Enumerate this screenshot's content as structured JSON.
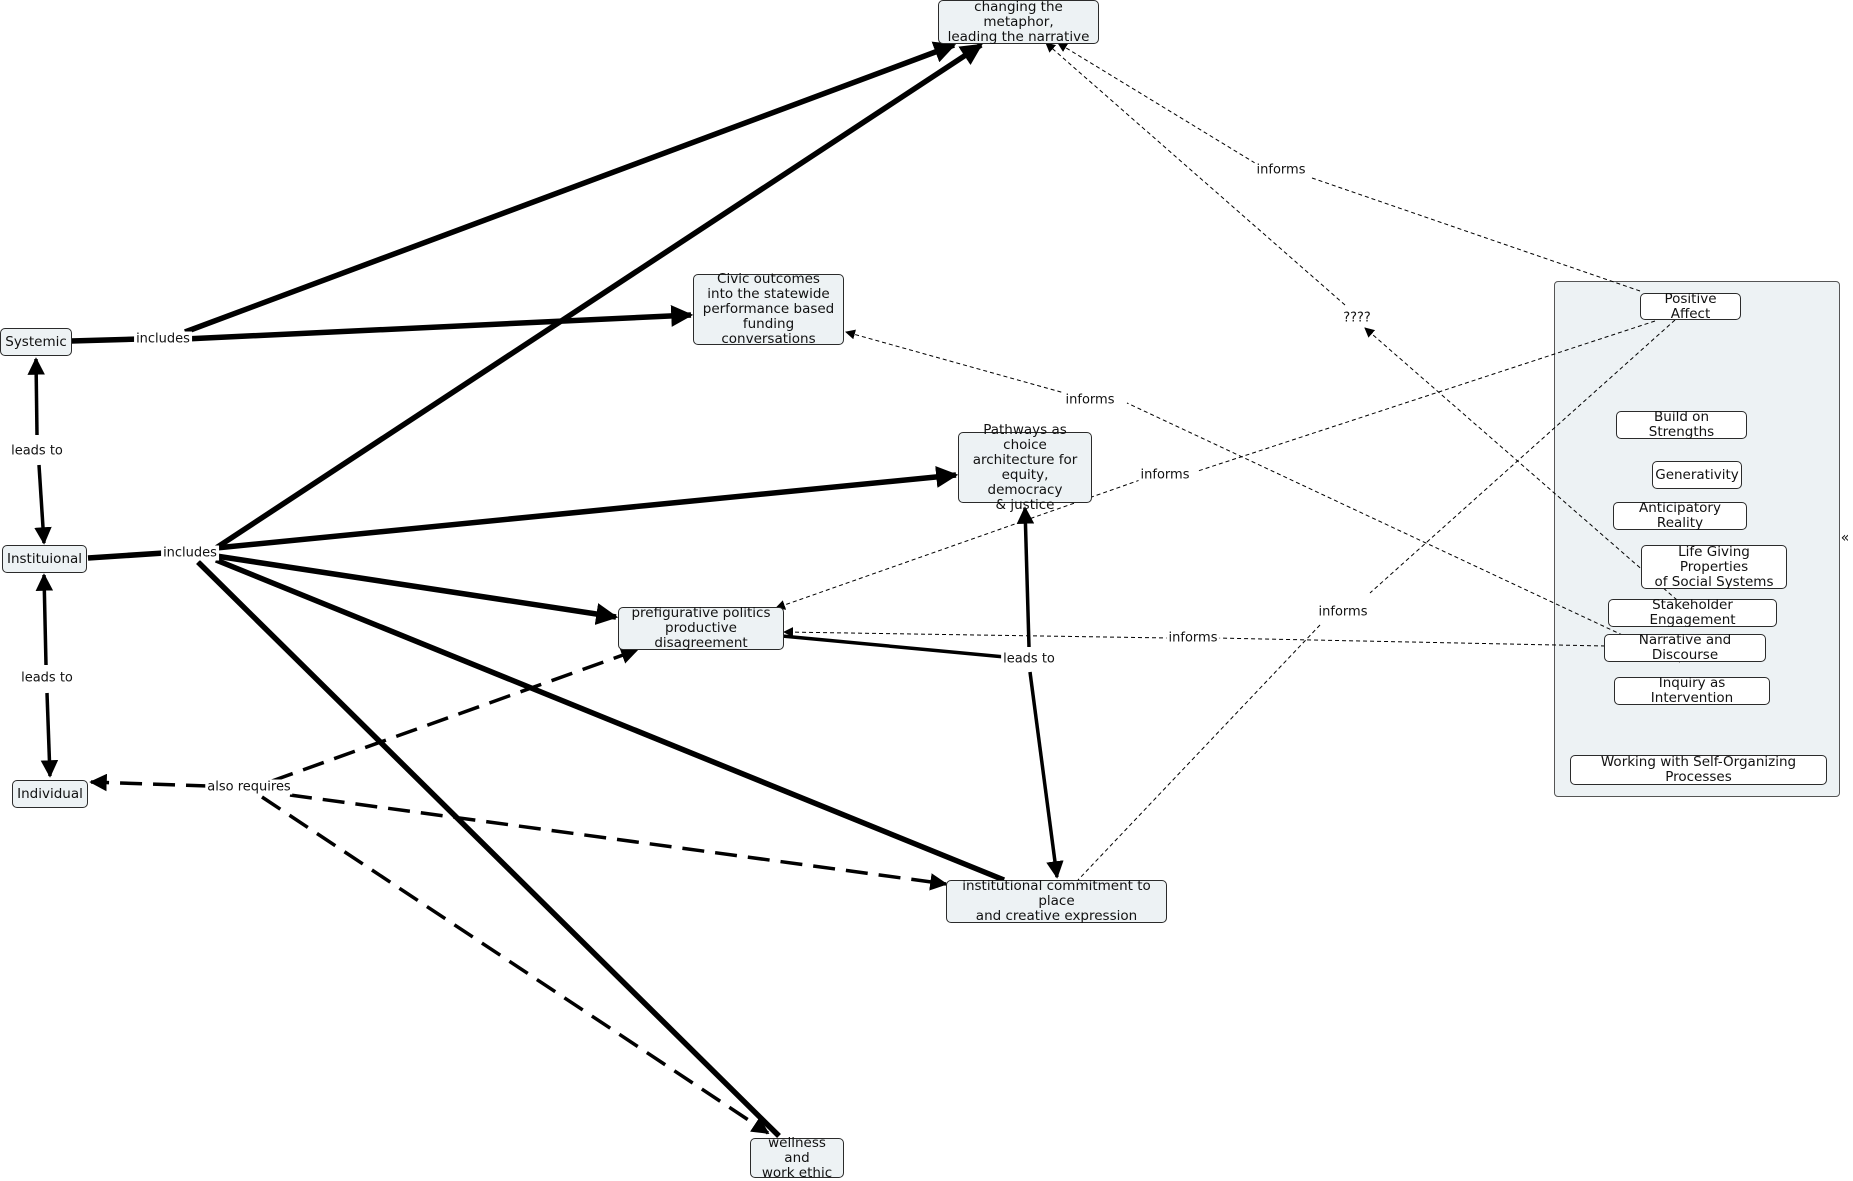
{
  "nodes": {
    "metaphor": "changing the metaphor,\nleading the narrative",
    "civic": "Civic outcomes\ninto the statewide\nperformance based\nfunding conversations",
    "pathways": "Pathways as choice\narchitecture for\nequity, democracy\n& justice",
    "prefig": "prefigurative politics\nproductive disagreement",
    "institutional_commitment": "institutional commitment to place\nand creative expression",
    "wellness": "wellness and\nwork ethic",
    "systemic": "Systemic",
    "institutional": "Instituional",
    "individual": "Individual"
  },
  "group_items": {
    "positive_affect": "Positive Affect",
    "build_strengths": "Build on Strengths",
    "generativity": "Generativity",
    "anticipatory": "Anticipatory Reality",
    "life_giving": "Life Giving Properties\nof Social Systems",
    "stakeholder": "Stakeholder Engagement",
    "narrative": "Narrative and Discourse",
    "inquiry": "Inquiry as Intervention",
    "self_organizing": "Working with Self-Organizing Processes"
  },
  "link_labels": {
    "includes_systemic": "includes",
    "includes_institutional": "includes",
    "leads_to_1": "leads to",
    "leads_to_2": "leads to",
    "leads_to_3": "leads to",
    "also_requires": "also requires",
    "informs_1": "informs",
    "informs_2": "informs",
    "informs_3": "informs",
    "informs_4": "informs",
    "informs_5": "informs",
    "unknown": "????"
  },
  "collapse_glyph": "«",
  "colors": {
    "node_fill": "#edf2f4",
    "node_border": "#2b2b2b",
    "link": "#000000"
  }
}
